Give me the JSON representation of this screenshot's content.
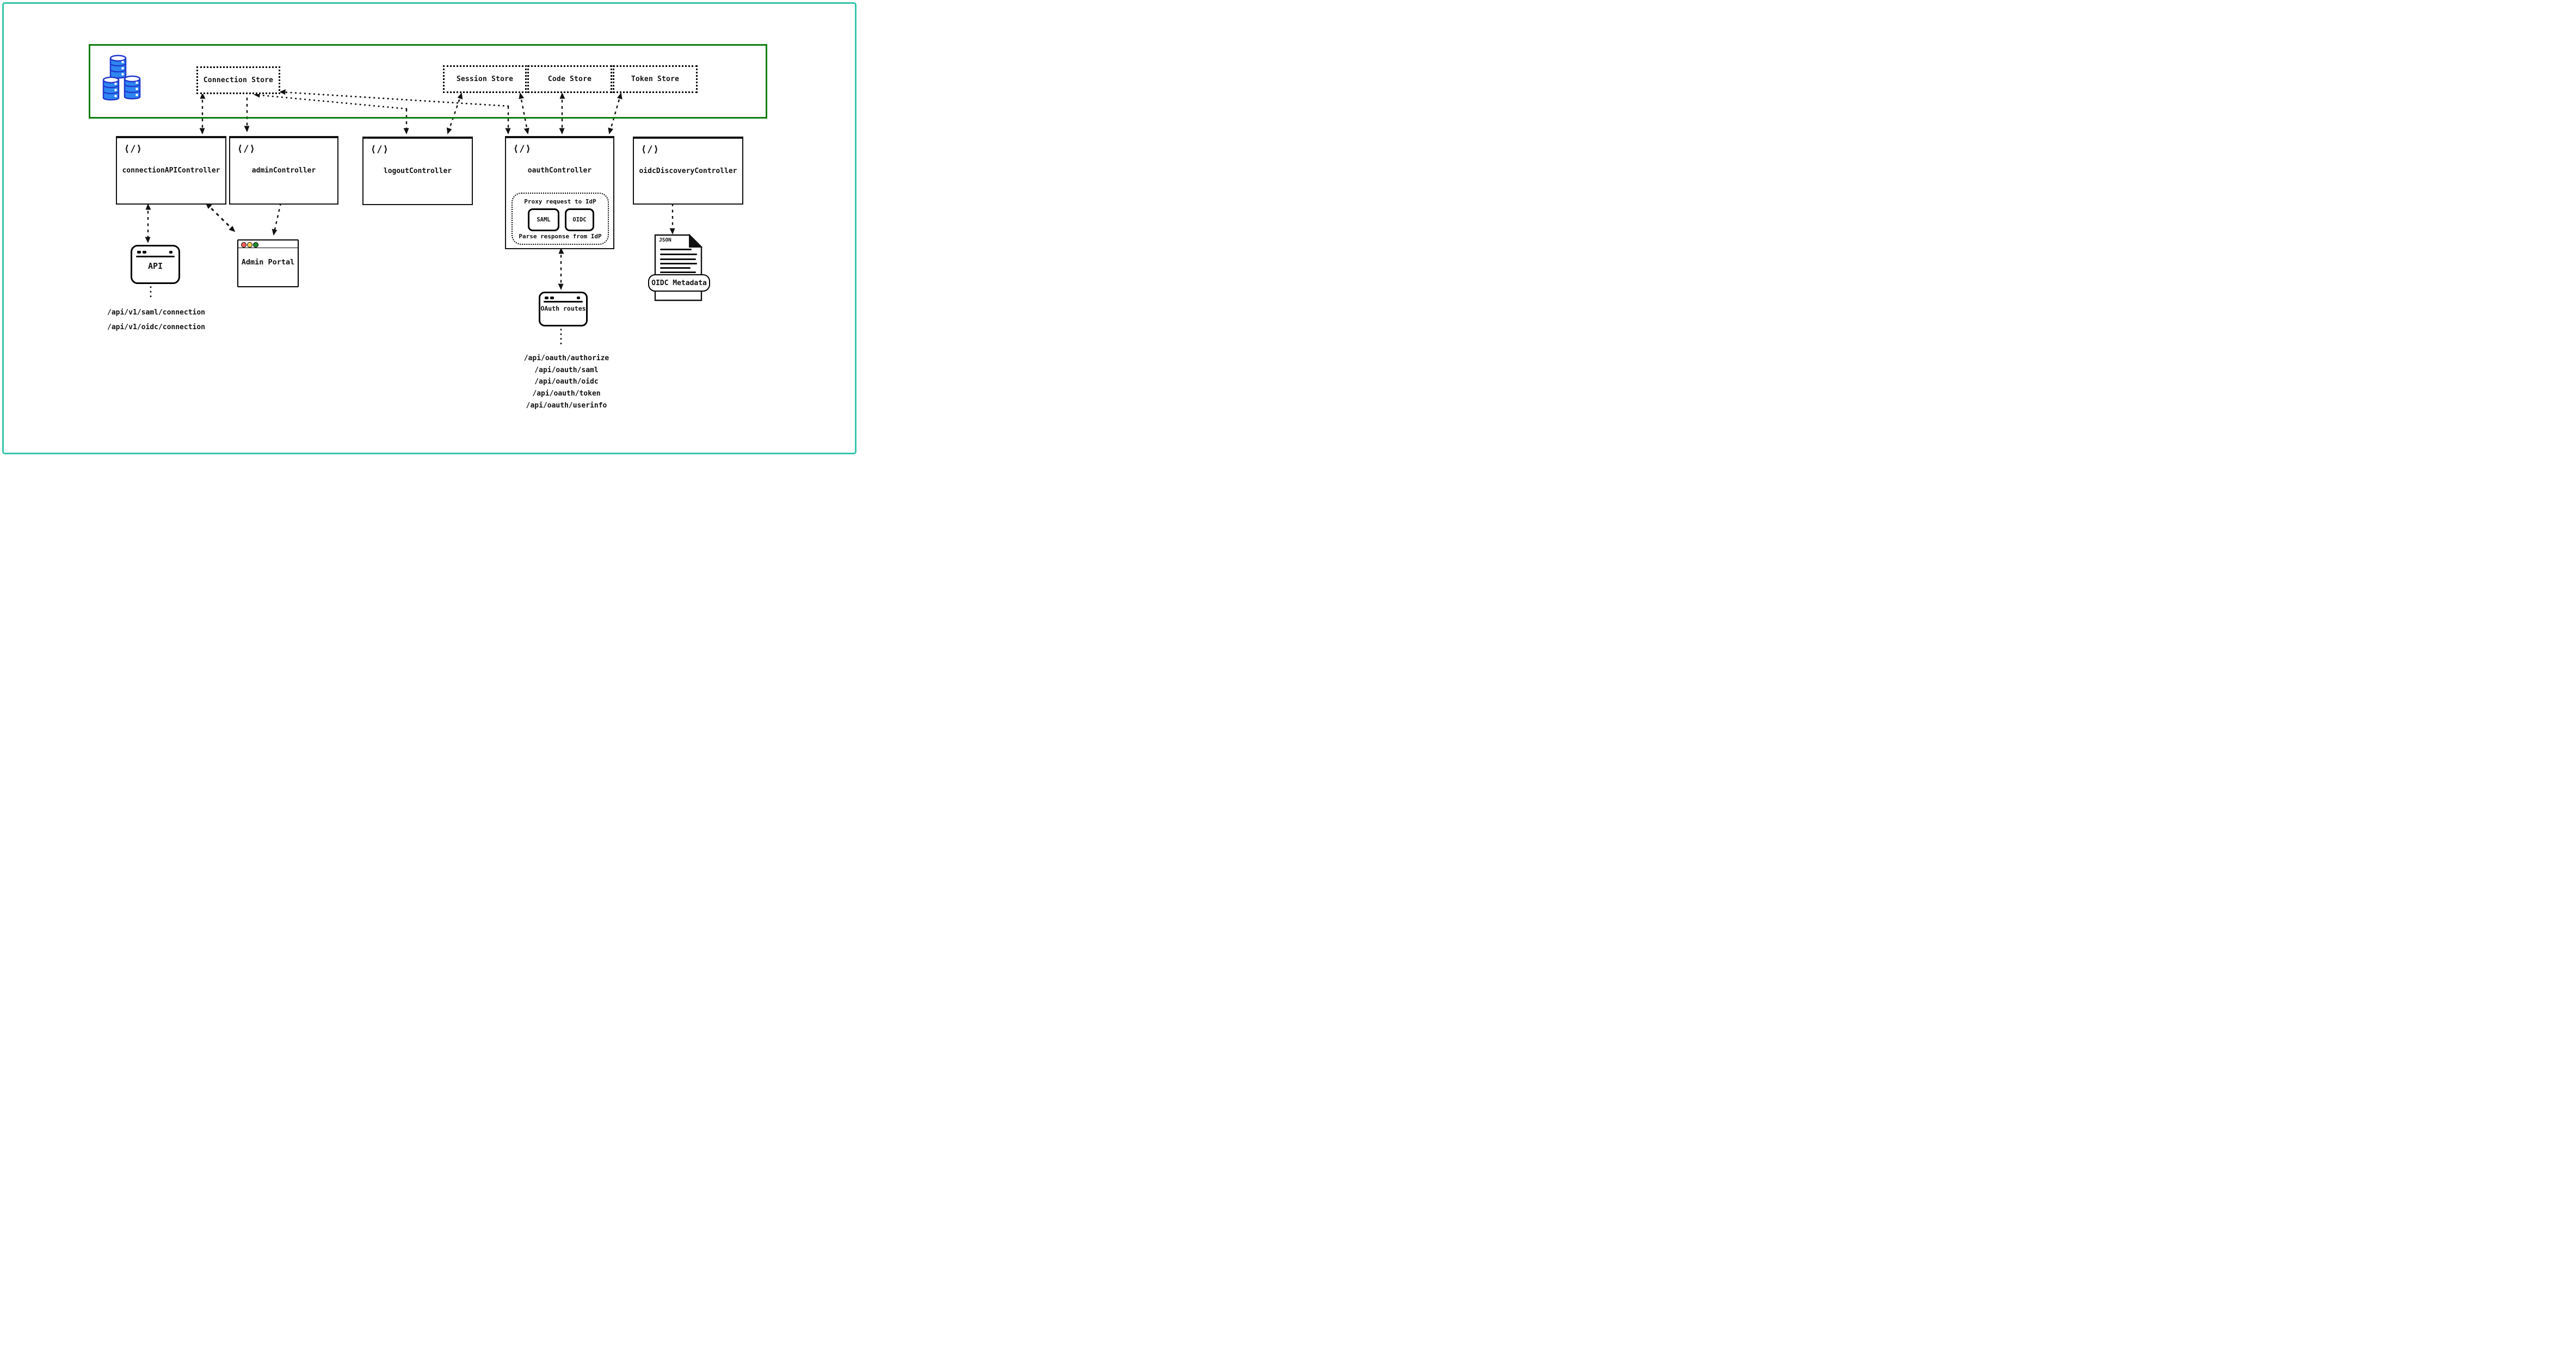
{
  "colors": {
    "frame": "#35c4ab",
    "store-boundary": "#0e7e0e",
    "ink": "#111111",
    "db-fill": "#2e87f0",
    "db-stroke": "#2237cf",
    "traffic-red": "#f4615c",
    "traffic-yellow": "#f7ce50",
    "traffic-green": "#1d8c2a"
  },
  "glyphs": {
    "code": "⟨/⟩"
  },
  "storage": {
    "database_icon": "database-icon",
    "stores": [
      {
        "label": "Connection Store"
      },
      {
        "label": "Session Store"
      },
      {
        "label": "Code Store"
      },
      {
        "label": "Token Store"
      }
    ]
  },
  "controllers": [
    {
      "label": "connectionAPIController"
    },
    {
      "label": "adminController"
    },
    {
      "label": "logoutController"
    },
    {
      "label": "oauthController",
      "proxy": {
        "request_label": "Proxy request to IdP",
        "saml_label": "SAML",
        "oidc_label": "OIDC",
        "parse_label": "Parse response from IdP"
      }
    },
    {
      "label": "oidcDiscoveryController"
    }
  ],
  "windows": {
    "api": {
      "label": "API"
    },
    "admin_portal": {
      "label": "Admin Portal"
    },
    "oauth_routes": {
      "label": "OAuth routes"
    }
  },
  "document": {
    "file_type": "JSON",
    "label": "OIDC Metadata"
  },
  "endpoints": {
    "connection_api": [
      "/api/v1/saml/connection",
      "/api/v1/oidc/connection"
    ],
    "oauth": [
      "/api/oauth/authorize",
      "/api/oauth/saml",
      "/api/oauth/oidc",
      "/api/oauth/token",
      "/api/oauth/userinfo"
    ]
  }
}
